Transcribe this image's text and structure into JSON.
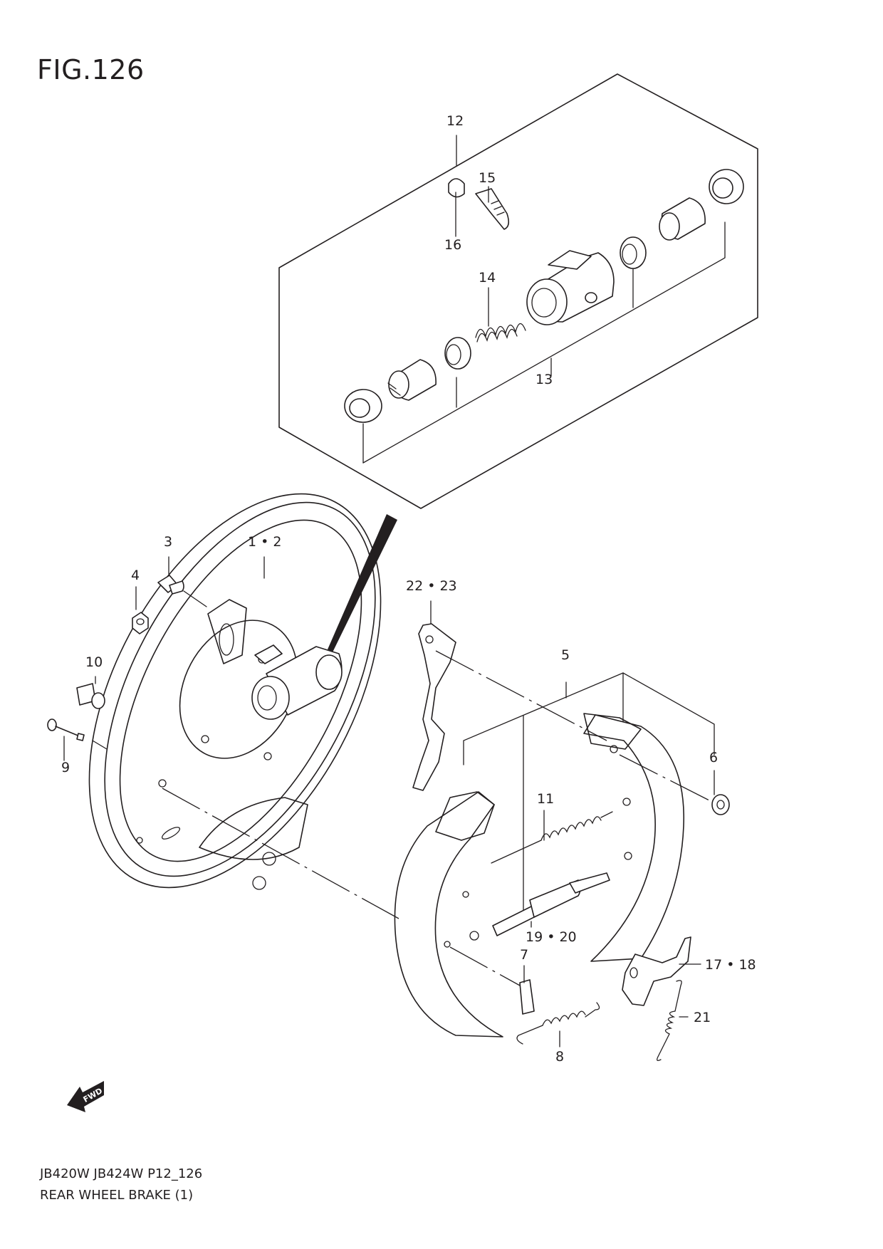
{
  "figure": {
    "title": "FIG.126"
  },
  "callouts": {
    "c12": "12",
    "c15": "15",
    "c16": "16",
    "c14": "14",
    "c13": "13",
    "c1_2": "1 • 2",
    "c3": "3",
    "c4": "4",
    "c10": "10",
    "c9": "9",
    "c22_23": "22 • 23",
    "c5": "5",
    "c6": "6",
    "c11": "11",
    "c19_20": "19 • 20",
    "c7": "7",
    "c17_18": "17 • 18",
    "c21": "21",
    "c8": "8"
  },
  "fwd": {
    "label": "FWD"
  },
  "footer": {
    "model_code": "JB420W JB424W P12_126",
    "part_name": "REAR WHEEL BRAKE (1)"
  }
}
